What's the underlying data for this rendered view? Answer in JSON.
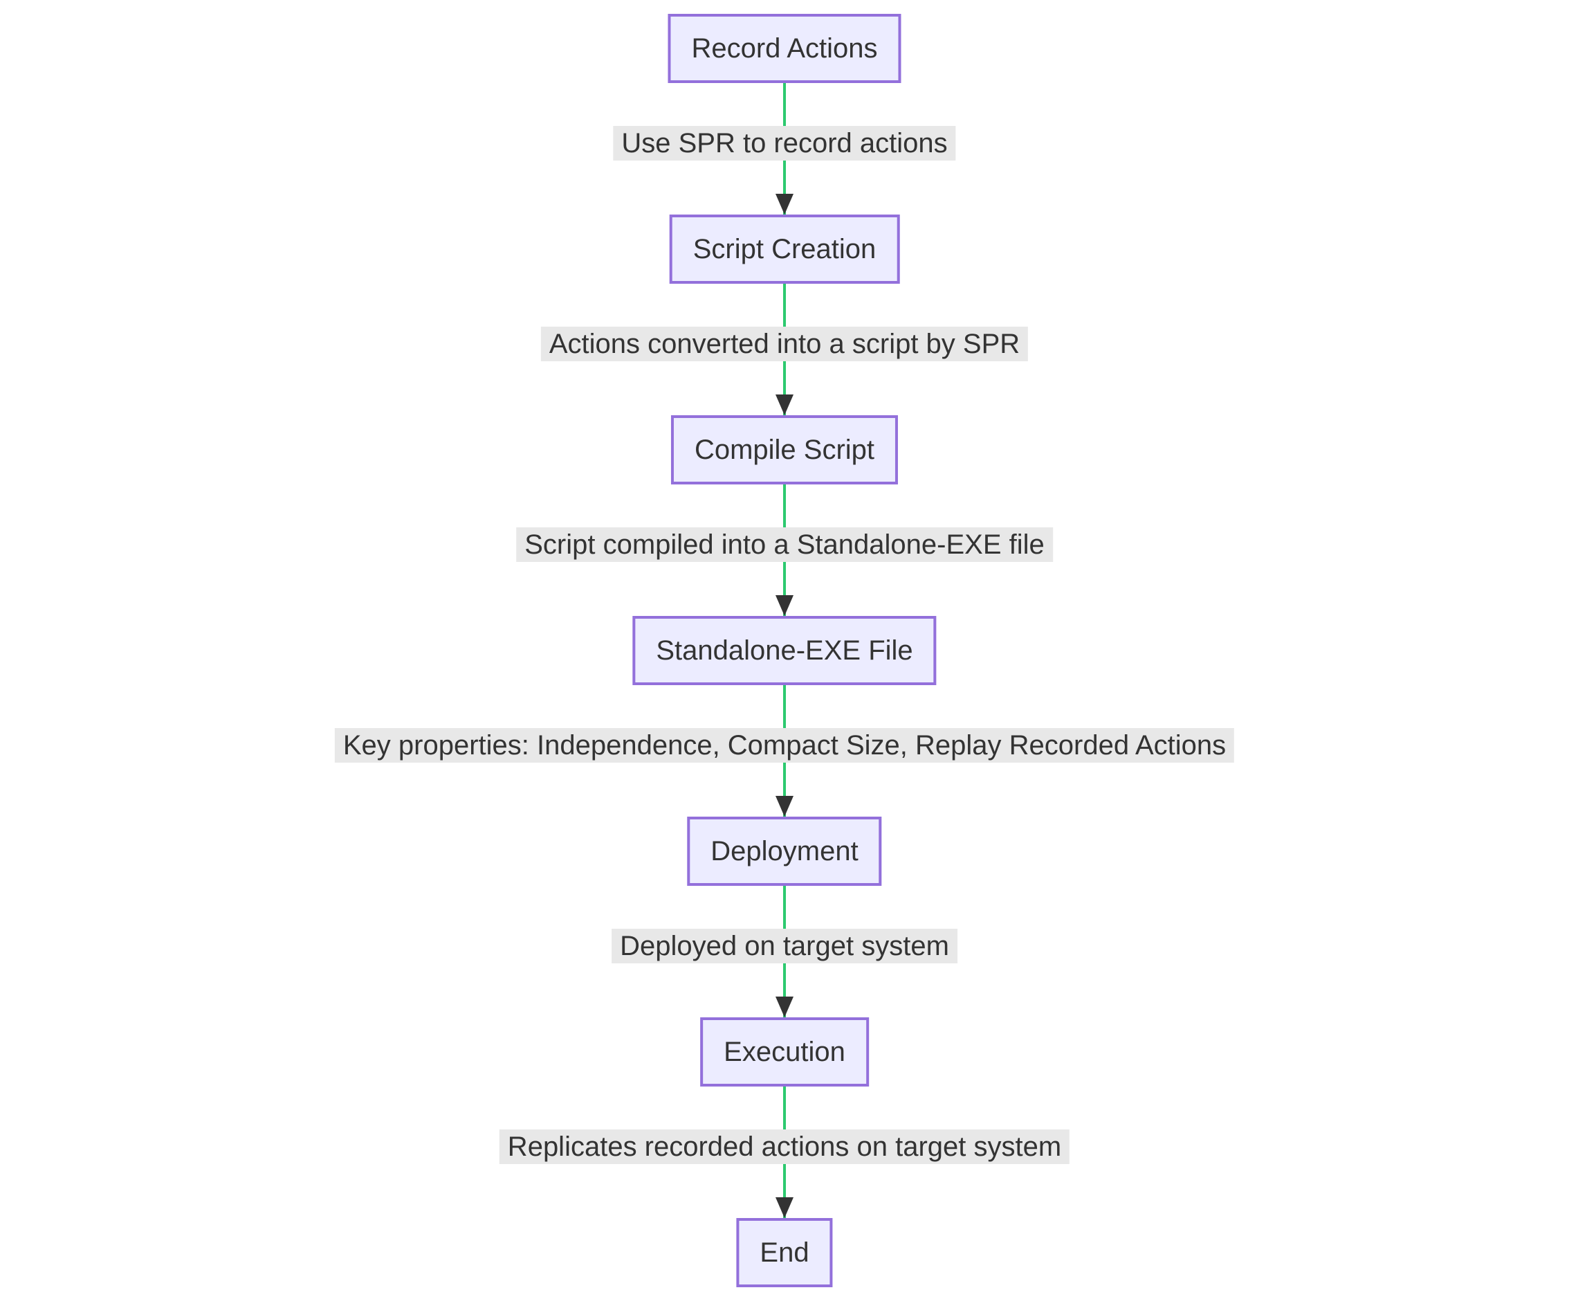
{
  "diagram": {
    "type": "flowchart",
    "direction": "top-down",
    "nodes": [
      {
        "id": "record_actions",
        "label": "Record Actions"
      },
      {
        "id": "script_creation",
        "label": "Script Creation"
      },
      {
        "id": "compile_script",
        "label": "Compile Script"
      },
      {
        "id": "standalone_exe",
        "label": "Standalone-EXE File"
      },
      {
        "id": "deployment",
        "label": "Deployment"
      },
      {
        "id": "execution",
        "label": "Execution"
      },
      {
        "id": "end",
        "label": "End"
      }
    ],
    "edges": [
      {
        "from": "record_actions",
        "to": "script_creation",
        "label": "Use SPR to record actions"
      },
      {
        "from": "script_creation",
        "to": "compile_script",
        "label": "Actions converted into a script by SPR"
      },
      {
        "from": "compile_script",
        "to": "standalone_exe",
        "label": "Script compiled into a Standalone-EXE file"
      },
      {
        "from": "standalone_exe",
        "to": "deployment",
        "label": "Key properties: Independence, Compact Size, Replay Recorded Actions"
      },
      {
        "from": "deployment",
        "to": "execution",
        "label": "Deployed on target system"
      },
      {
        "from": "execution",
        "to": "end",
        "label": "Replicates recorded actions on target system"
      }
    ],
    "colors": {
      "background": "#ffffff",
      "node_fill": "#ECECFF",
      "node_border": "#9370DB",
      "node_text": "#333333",
      "edge_line": "#2dc96f",
      "arrowhead": "#333333",
      "edge_label_bg": "#e8e8e8",
      "edge_label_text": "#333333"
    }
  }
}
